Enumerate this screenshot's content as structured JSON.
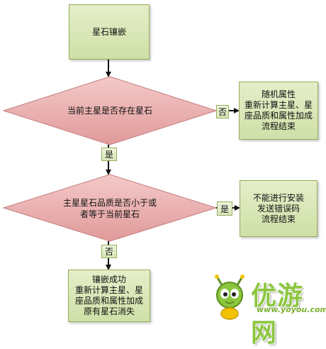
{
  "start": {
    "label": "星石镶嵌"
  },
  "decision1": {
    "label": "当前主星是否存在星石"
  },
  "branch1_no": {
    "tag": "否",
    "label": "随机属性\n重新计算主星、星\n座品质和属性加成\n流程结束"
  },
  "branch1_yes_tag": "是",
  "decision2": {
    "label": "主星星石品质是否小于或\n者等于当前星石"
  },
  "branch2_yes": {
    "tag": "是",
    "label": "不能进行安装\n发送错误码\n流程结束"
  },
  "branch2_no_tag": "否",
  "final": {
    "label": "镶嵌成功\n重新计算主星、星\n座品质和属性加成\n原有星石消失"
  },
  "watermark": {
    "name": "优游网",
    "url": "www.yoyou.com"
  },
  "colors": {
    "diamond": "#e8a3a3",
    "box": "#d6e4b4",
    "logo_green": "#8cc63e"
  }
}
